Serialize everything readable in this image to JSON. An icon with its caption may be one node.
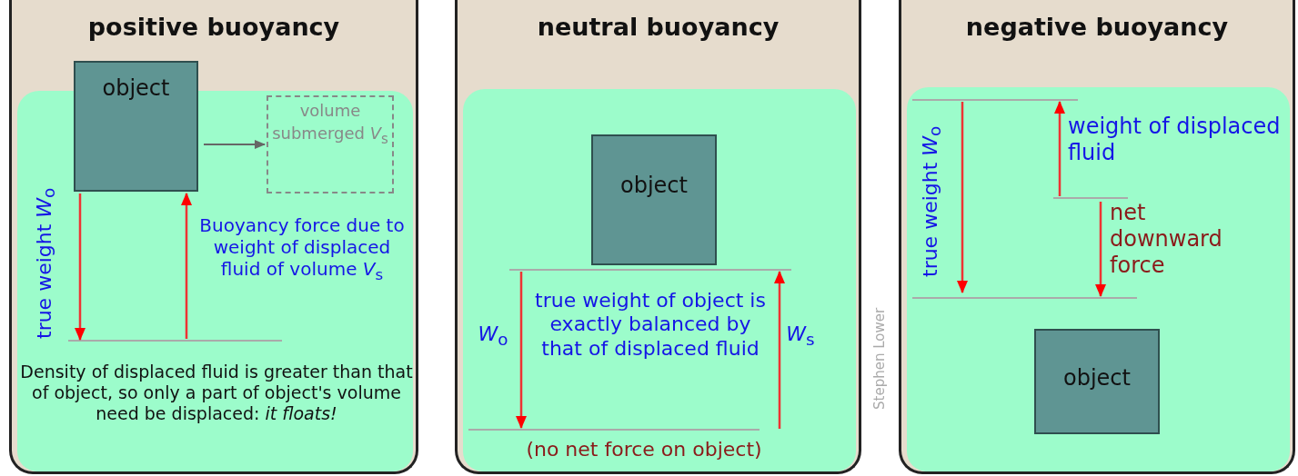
{
  "diagram": {
    "nodes": [
      {
        "text": [
          "positive buoyancy"
        ]
      },
      {
        "text": [
          "object"
        ],
        "in": 0
      },
      {
        "text": [
          "volume submerged *V*$_{s}$"
        ],
        "in": 0
      },
      {
        "text": [
          "neutral buoyancy"
        ]
      },
      {
        "text": [
          "object"
        ],
        "in": 3
      },
      {
        "text": [
          "negative buoyancy"
        ]
      },
      {
        "text": [
          "object"
        ],
        "in": 5
      }
    ],
    "edges": [
      {
        "from": 1,
        "to": 2,
        "arrow": "to"
      }
    ],
    "labels": [
      "true weight *W*$_{o}$",
      "Buoyancy force due to weight of displaced fluid of volume *V*$_{s}$",
      "Density of displaced fluid is greater than that of object, so only a part of object's volume need be displaced:  *it floats!*",
      "*W*$_{o}$",
      "true weight of object is exactly balanced by that of displaced fluid",
      "*W*$_{s}$",
      "(no net force on object)",
      "Stephen Lower",
      "true weight *W*$_{o}$",
      "weight of displaced fluid",
      "net downward force"
    ]
  }
}
